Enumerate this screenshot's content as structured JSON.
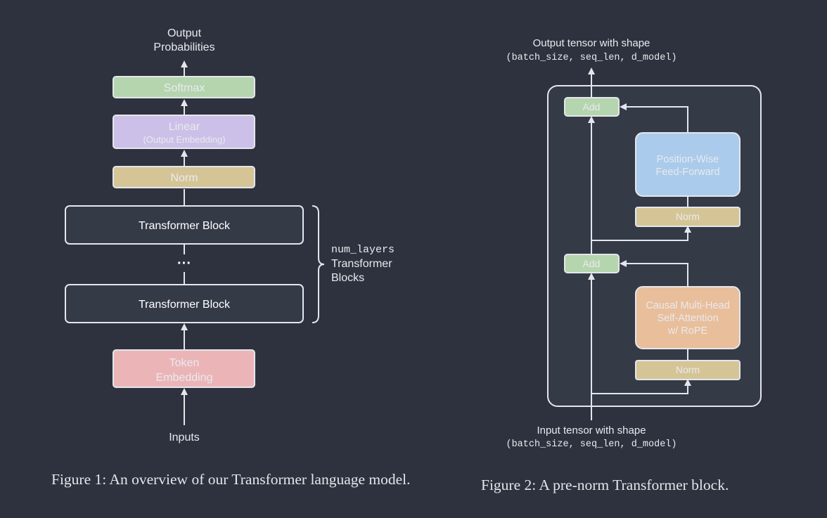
{
  "figure1": {
    "output_label": [
      "Output",
      "Probabilities"
    ],
    "softmax": "Softmax",
    "linear": "Linear",
    "linear_sub": "(Output Embedding)",
    "norm": "Norm",
    "block_top": "Transformer Block",
    "ellipsis": "···",
    "block_bottom": "Transformer Block",
    "token_embedding": [
      "Token",
      "Embedding"
    ],
    "inputs_label": "Inputs",
    "brace_label_mono": "num_layers",
    "brace_label": [
      "Transformer",
      "Blocks"
    ],
    "caption": "Figure 1: An overview of our Transformer language model."
  },
  "figure2": {
    "output_label": "Output tensor with shape",
    "output_shape": "(batch_size, seq_len, d_model)",
    "add_top": "Add",
    "ffn": [
      "Position-Wise",
      "Feed-Forward"
    ],
    "norm_top": "Norm",
    "add_bottom": "Add",
    "attn": [
      "Causal Multi-Head",
      "Self-Attention",
      "w/ RoPE"
    ],
    "norm_bottom": "Norm",
    "input_label": "Input tensor with shape",
    "input_shape": "(batch_size, seq_len, d_model)",
    "caption": "Figure 2: A pre-norm Transformer block."
  },
  "colors": {
    "background": "#2e323e",
    "softmax": "#b5d5ae",
    "linear": "#ccc0e8",
    "norm": "#d5c596",
    "token_embedding": "#ebb5b8",
    "add": "#b5d5ae",
    "ffn": "#aacbeb",
    "attn": "#e9be9b",
    "stroke": "#e4e6ec"
  }
}
